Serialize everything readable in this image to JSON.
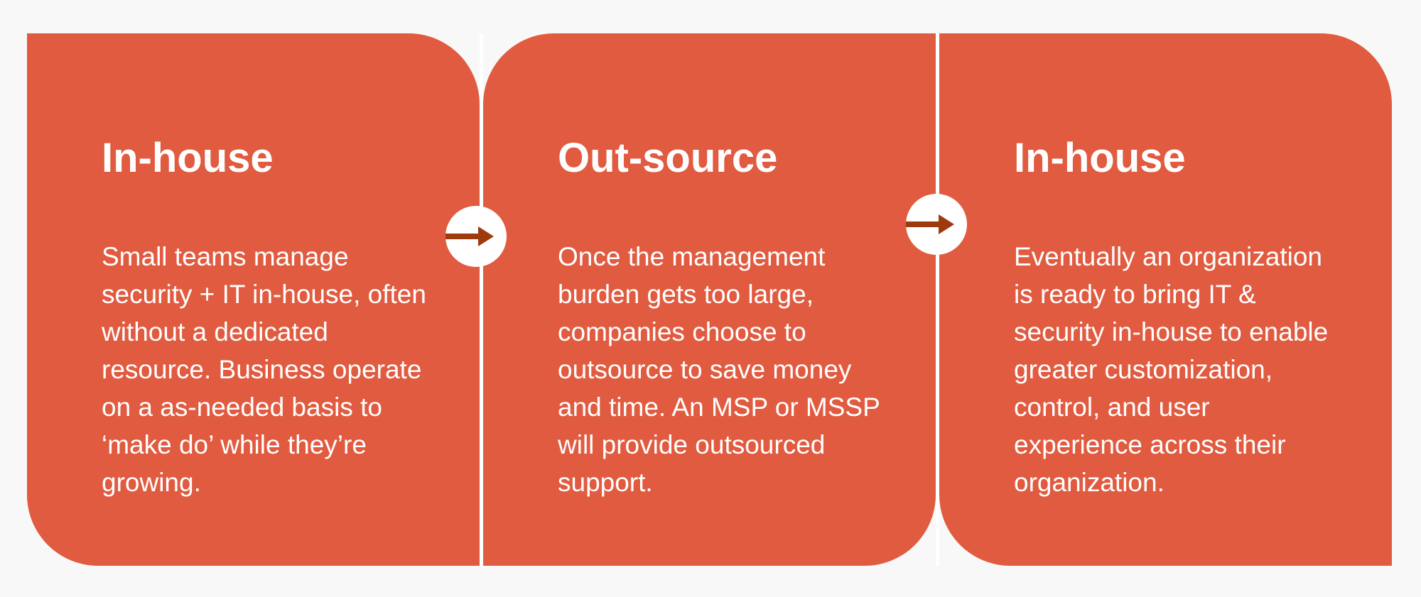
{
  "colors": {
    "page_bg": "#F8F8F8",
    "card": "#E15B40",
    "divider": "#FFFFFF",
    "text": "#FFFFFF",
    "arrow": "#9E3A0E"
  },
  "cards": [
    {
      "title": "In-house",
      "body": "Small teams manage\nsecurity + IT in-house, often\nwithout a dedicated\nresource. Business operate\non a as-needed basis to\n‘make do’ while they’re\ngrowing."
    },
    {
      "title": "Out-source",
      "body": "Once the management\nburden gets too large,\ncompanies choose to\noutsource to save money\nand time. An MSP or MSSP\nwill provide outsourced\nsupport."
    },
    {
      "title": "In-house",
      "body": "Eventually an organization\nis ready to bring IT &\nsecurity in-house to enable\ngreater customization,\ncontrol, and user\nexperience across their\norganization."
    }
  ],
  "arrow_icon": "arrow-right-icon"
}
